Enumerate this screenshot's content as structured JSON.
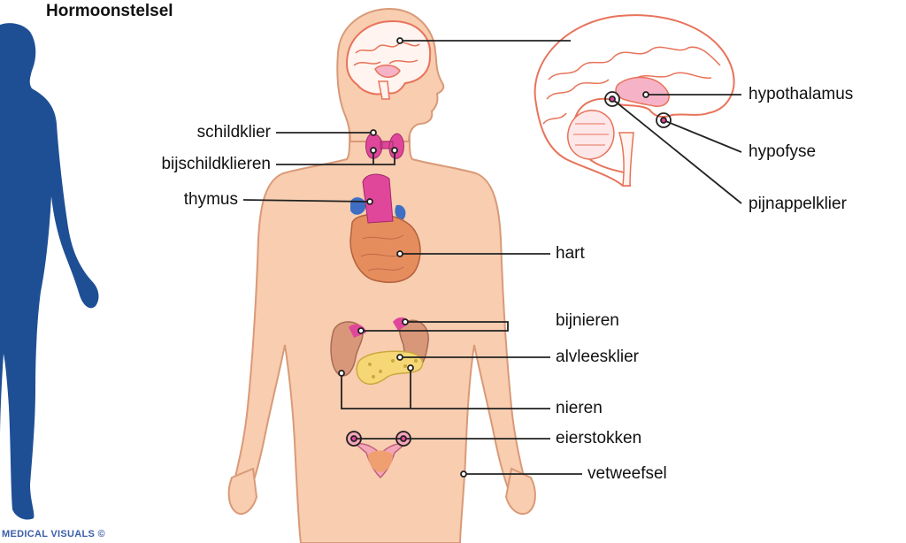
{
  "title": "Hormoonstelsel",
  "credit": "MEDICAL VISUALS ©",
  "labels": {
    "schildklier": "schildklier",
    "bijschildklieren": "bijschildklieren",
    "thymus": "thymus",
    "hart": "hart",
    "bijnieren": "bijnieren",
    "alvleesklier": "alvleesklier",
    "nieren": "nieren",
    "eierstokken": "eierstokken",
    "vetweefsel": "vetweefsel",
    "hypothalamus": "hypothalamus",
    "hypofyse": "hypofyse",
    "pijnappelklier": "pijnappelklier"
  },
  "colors": {
    "silhouette": "#1e4f95",
    "skin": "#f8cdb0",
    "skin_outline": "#d99a78",
    "brain_line": "#e8735a",
    "gland": "#e0479a",
    "leader": "#222222"
  }
}
